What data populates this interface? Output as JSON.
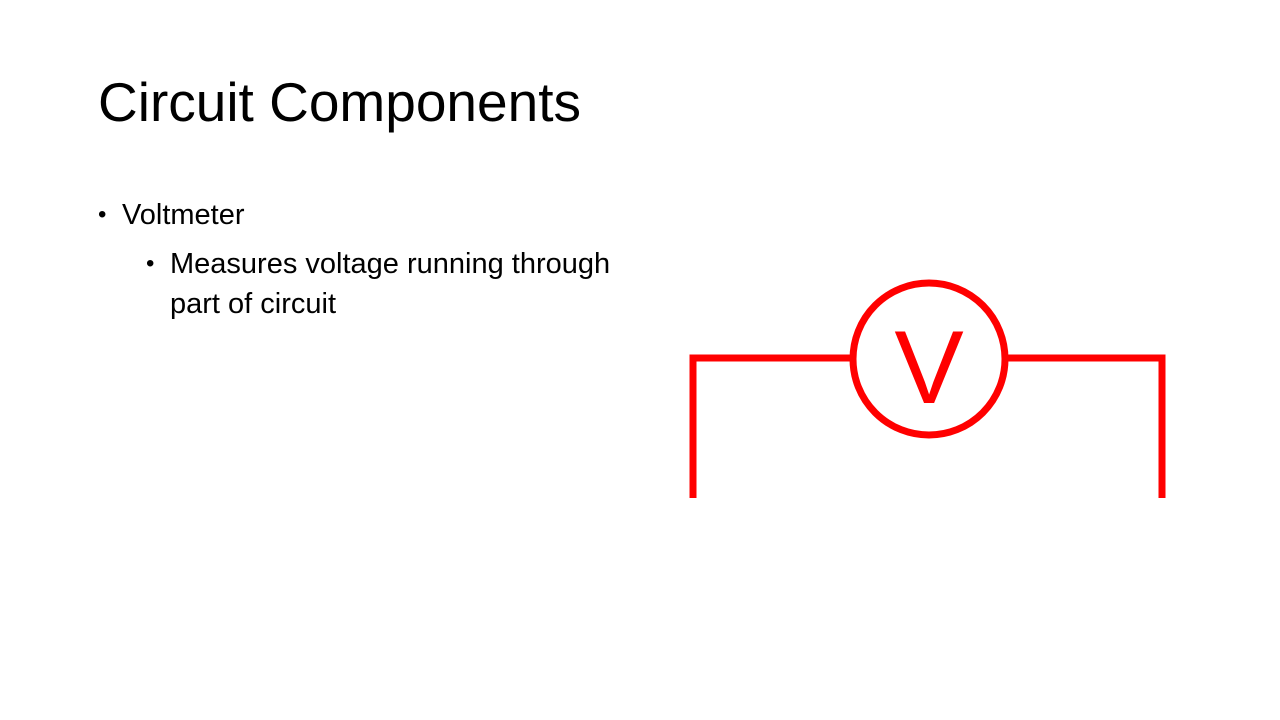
{
  "slide": {
    "title": "Circuit Components",
    "bullets": [
      {
        "text": "Voltmeter",
        "sub": [
          "Measures voltage running through part of circuit"
        ]
      }
    ]
  },
  "diagram": {
    "symbol_letter": "V",
    "color": "#ff0000"
  }
}
